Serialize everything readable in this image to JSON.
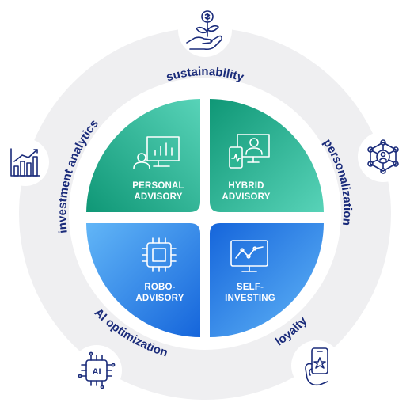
{
  "ring_labels": {
    "top": "sustainability",
    "right": "personalization",
    "bottom_right": "loyalty",
    "bottom_left": "AI optimization",
    "left": "investment analytics"
  },
  "quadrants": {
    "top_left": {
      "line1": "PERSONAL",
      "line2": "ADVISORY",
      "icon": "person-dashboard-icon"
    },
    "top_right": {
      "line1": "HYBRID",
      "line2": "ADVISORY",
      "icon": "video-call-phone-icon"
    },
    "bottom_left": {
      "line1": "ROBO-",
      "line2": "ADVISORY",
      "icon": "microchip-icon"
    },
    "bottom_right": {
      "line1": "SELF-",
      "line2": "INVESTING",
      "icon": "monitor-trend-icon"
    }
  },
  "outer_icons": {
    "top": "money-plant-hand-icon",
    "right": "network-hub-icon",
    "bottom_right": "hand-phone-star-icon",
    "bottom_left": "ai-chip-icon",
    "left": "bar-chart-icon"
  },
  "colors": {
    "ring": "#efeff1",
    "ring_text": "#1a2b7a",
    "icon_stroke": "#1a2b7a",
    "green_light": "#55d1b6",
    "green_dark": "#11997a",
    "blue_light": "#5fb3f6",
    "blue_dark": "#1767dc"
  }
}
